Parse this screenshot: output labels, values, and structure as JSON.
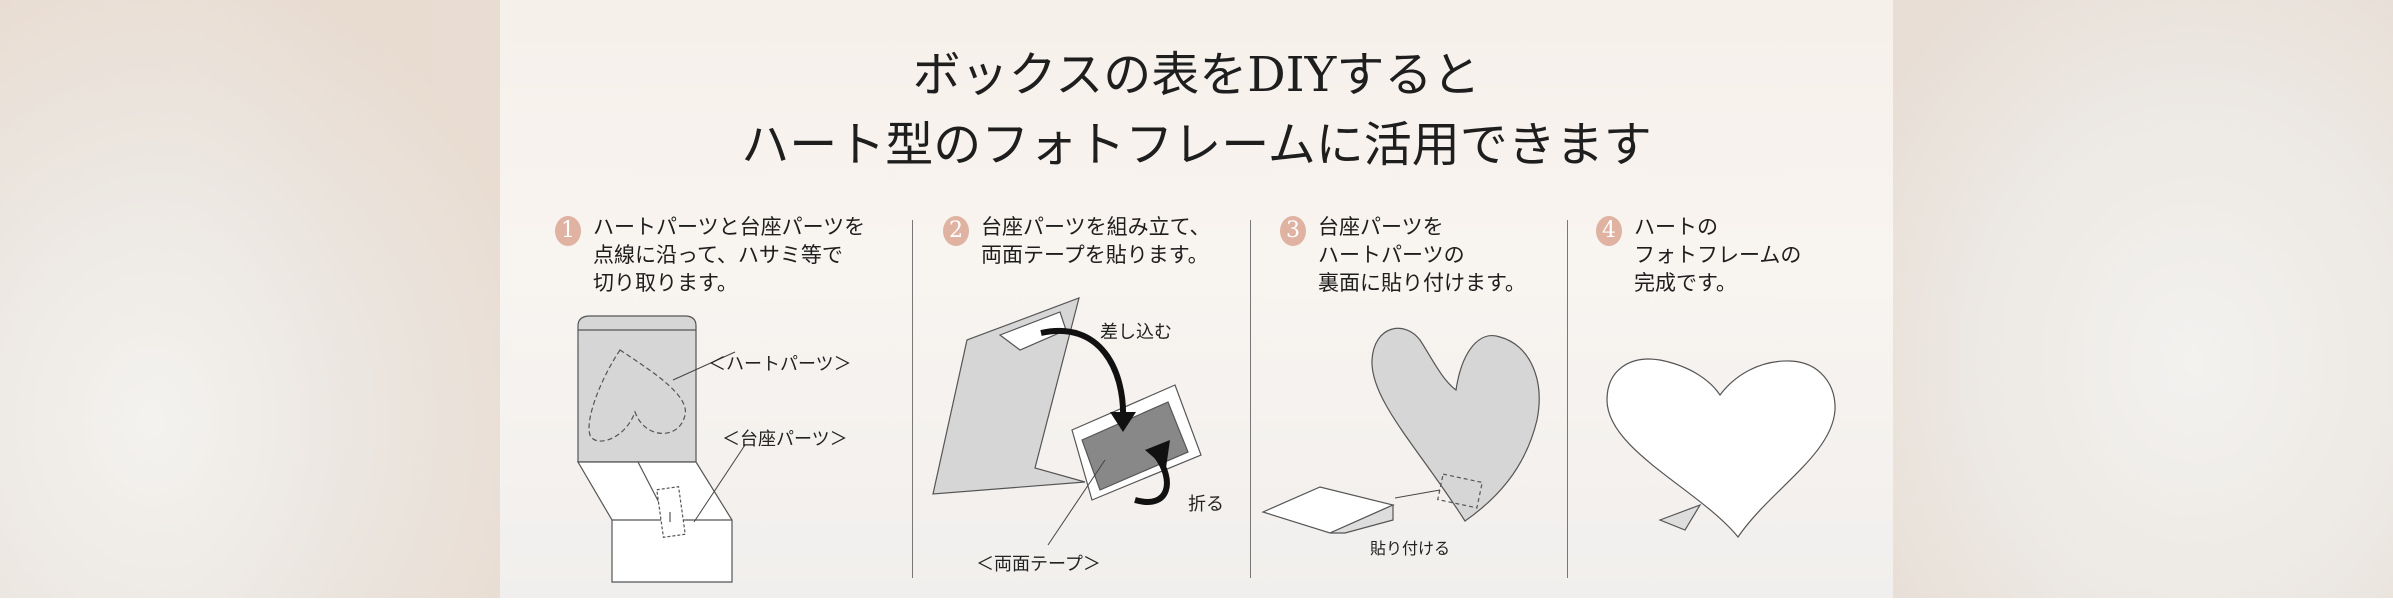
{
  "title": {
    "line1": "ボックスの表をDIYすると",
    "line2": "ハート型のフォトフレームに活用できます"
  },
  "steps": [
    {
      "number": "1",
      "lines": [
        "ハートパーツと台座パーツを",
        "点線に沿って、ハサミ等で",
        "切り取ります。"
      ]
    },
    {
      "number": "2",
      "lines": [
        "台座パーツを組み立て、",
        "両面テープを貼ります。"
      ]
    },
    {
      "number": "3",
      "lines": [
        "台座パーツを",
        "ハートパーツの",
        "裏面に貼り付けます。"
      ]
    },
    {
      "number": "4",
      "lines": [
        "ハートの",
        "フォトフレームの",
        "完成です。"
      ]
    }
  ],
  "labels": {
    "heart_parts": "＜ハートパーツ＞",
    "base_parts": "＜台座パーツ＞",
    "insert": "差し込む",
    "fold": "折る",
    "double_tape": "＜両面テープ＞",
    "attach": "貼り付ける"
  },
  "colors": {
    "number_badge": "#dfb2a2",
    "panel": "#f6f0ea",
    "part_gray": "#d6d6d6"
  }
}
